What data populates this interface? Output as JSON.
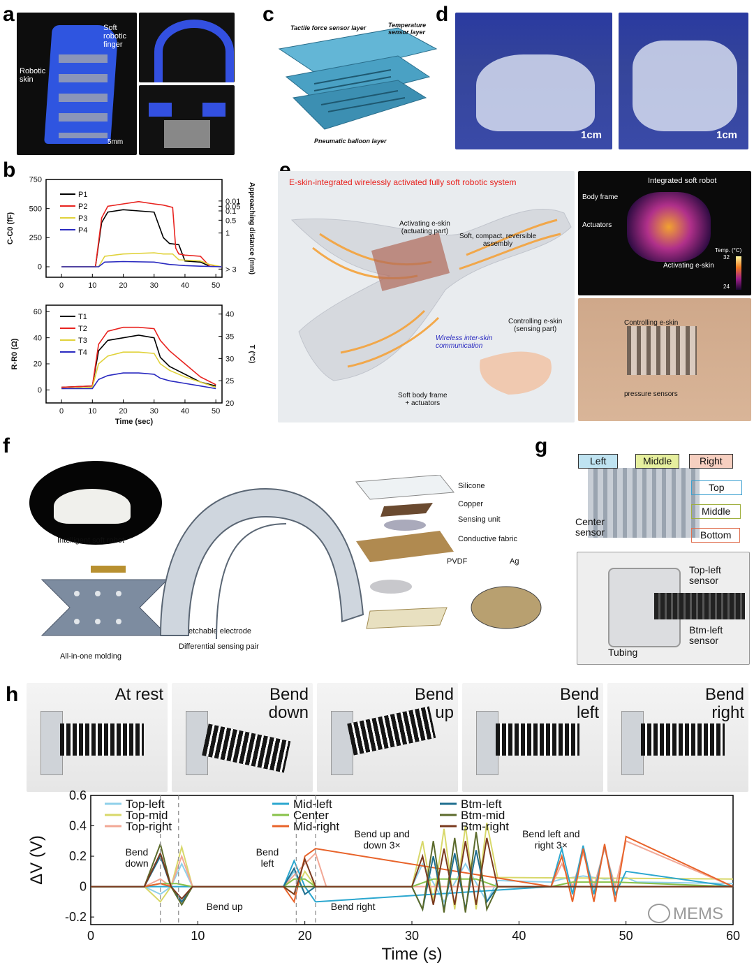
{
  "panels": {
    "a": {
      "label": "a",
      "finger": "Soft\nrobotic\nfinger",
      "skin": "Robotic\nskin",
      "scale": "5mm"
    },
    "b": {
      "label": "b"
    },
    "c": {
      "label": "c",
      "tactile": "Tactile force sensor layer",
      "temperature": "Temperature\nsensor layer",
      "balloon": "Pneumatic balloon layer"
    },
    "d": {
      "label": "d",
      "scale_left": "1cm",
      "scale_right": "1cm"
    },
    "e": {
      "label": "e",
      "title": "E-skin-integrated wirelessly activated fully soft robotic system",
      "activating": "Activating e-skin\n(actuating part)",
      "assembly": "Soft, compact, reversible\nassembly",
      "controlling": "Controlling e-skin\n(sensing part)",
      "wireless": "Wireless inter-skin\ncommunication",
      "body": "Soft body frame\n+ actuators",
      "integrated": "Integrated soft robot",
      "bodyframe": "Body frame",
      "actuators": "Actuators",
      "activating2": "Activating e-skin",
      "temp": "Temp. (°C)",
      "temp_hi": "32",
      "temp_lo": "24",
      "controlling2": "Controlling e-skin",
      "pressure": "pressure sensors"
    },
    "f": {
      "label": "f",
      "robot": "Intelligent soft robot",
      "molding": "All-in-one molding",
      "electrode": "Stretchable electrode",
      "pair": "Differential sensing pair",
      "silicone": "Silicone",
      "copper": "Copper",
      "sensing": "Sensing unit",
      "fabric": "Conductive fabric",
      "pvdf": "PVDF",
      "ag": "Ag"
    },
    "g": {
      "label": "g",
      "left": "Left",
      "middle": "Middle",
      "right": "Right",
      "top": "Top",
      "middle2": "Middle",
      "bottom": "Bottom",
      "center": "Center\nsensor",
      "topleft": "Top-left\nsensor",
      "btmleft": "Btm-left\nsensor",
      "tubing": "Tubing"
    },
    "h": {
      "label": "h",
      "states": [
        "At rest",
        "Bend\ndown",
        "Bend\nup",
        "Bend\nleft",
        "Bend\nright"
      ],
      "ann_bend_down": "Bend\ndown",
      "ann_bend_up": "Bend up",
      "ann_bend_left": "Bend\nleft",
      "ann_bend_right": "Bend right",
      "ann_updown": "Bend up and\ndown 3×",
      "ann_leftright": "Bend left and\nright 3×"
    }
  },
  "watermark": "MEMS",
  "colors": {
    "black": "#000000",
    "red": "#e8231f",
    "yellow": "#e0d23a",
    "blue": "#2a2ac0",
    "panel_e_title": "#e8231f"
  },
  "chart_data": [
    {
      "type": "line",
      "id": "b-top",
      "xlabel": "",
      "ylabel": "C-C0 (fF)",
      "y2label": "Approaching distance (mm)",
      "xlim": [
        -5,
        52
      ],
      "ylim": [
        -90,
        750
      ],
      "xticks": [
        0,
        10,
        20,
        30,
        40,
        50
      ],
      "yticks": [
        0,
        250,
        500,
        750
      ],
      "y2ticks": [
        {
          "label": "0.01",
          "y": 565
        },
        {
          "label": "0.05",
          "y": 520
        },
        {
          "label": "0.1",
          "y": 480
        },
        {
          "label": "0.5",
          "y": 400
        },
        {
          "label": "1",
          "y": 290
        },
        {
          "label": "> 3",
          "y": -20
        }
      ],
      "series": [
        {
          "name": "P1",
          "color": "#000000",
          "x": [
            0,
            11,
            13,
            15,
            20,
            25,
            30,
            33,
            35,
            38,
            40,
            45,
            48,
            52
          ],
          "y": [
            0,
            0,
            380,
            470,
            490,
            480,
            470,
            250,
            200,
            190,
            50,
            40,
            5,
            0
          ]
        },
        {
          "name": "P2",
          "color": "#e8231f",
          "x": [
            0,
            11,
            13,
            15,
            20,
            25,
            30,
            33,
            36,
            37,
            38,
            40,
            45,
            48,
            52
          ],
          "y": [
            0,
            0,
            420,
            520,
            540,
            560,
            540,
            530,
            510,
            160,
            110,
            100,
            90,
            5,
            0
          ]
        },
        {
          "name": "P3",
          "color": "#e0d23a",
          "x": [
            0,
            12,
            14,
            20,
            30,
            33,
            36,
            38,
            45,
            48,
            52
          ],
          "y": [
            0,
            0,
            90,
            110,
            120,
            110,
            110,
            60,
            50,
            20,
            0
          ]
        },
        {
          "name": "P4",
          "color": "#2a2ac0",
          "x": [
            0,
            12,
            14,
            20,
            30,
            35,
            40,
            45,
            52
          ],
          "y": [
            0,
            0,
            40,
            45,
            40,
            20,
            10,
            5,
            0
          ]
        }
      ]
    },
    {
      "type": "line",
      "id": "b-bottom",
      "xlabel": "Time (sec)",
      "ylabel": "R-R0 (Ω)",
      "y2label": "T (°C)",
      "xlim": [
        -5,
        52
      ],
      "ylim": [
        -10,
        65
      ],
      "xticks": [
        0,
        10,
        20,
        30,
        40,
        50
      ],
      "yticks": [
        0,
        20,
        40,
        60
      ],
      "y2ticks": [
        20,
        25,
        30,
        35,
        40
      ],
      "y2lim": [
        20,
        42
      ],
      "series": [
        {
          "name": "T1",
          "color": "#000000",
          "x": [
            0,
            10,
            12,
            15,
            20,
            25,
            30,
            32,
            35,
            40,
            45,
            50
          ],
          "y": [
            2,
            3,
            30,
            38,
            40,
            42,
            40,
            25,
            18,
            12,
            6,
            3
          ]
        },
        {
          "name": "T2",
          "color": "#e8231f",
          "x": [
            0,
            10,
            12,
            15,
            20,
            25,
            30,
            32,
            35,
            40,
            45,
            50
          ],
          "y": [
            2,
            3,
            35,
            45,
            48,
            48,
            47,
            38,
            30,
            20,
            10,
            4
          ]
        },
        {
          "name": "T3",
          "color": "#e0d23a",
          "x": [
            0,
            10,
            12,
            15,
            20,
            25,
            30,
            32,
            35,
            40,
            45,
            50
          ],
          "y": [
            1,
            2,
            20,
            26,
            29,
            29,
            28,
            20,
            15,
            10,
            6,
            2
          ]
        },
        {
          "name": "T4",
          "color": "#2a2ac0",
          "x": [
            0,
            10,
            12,
            15,
            20,
            25,
            30,
            32,
            35,
            40,
            45,
            50
          ],
          "y": [
            1,
            1,
            8,
            11,
            13,
            13,
            12,
            9,
            7,
            5,
            3,
            1
          ]
        }
      ]
    },
    {
      "type": "line",
      "id": "h",
      "xlabel": "Time (s)",
      "ylabel": "ΔV (V)",
      "xlim": [
        0,
        60
      ],
      "ylim": [
        -0.25,
        0.6
      ],
      "xticks": [
        0,
        10,
        20,
        30,
        40,
        50,
        60
      ],
      "yticks": [
        -0.2,
        0,
        0.2,
        0.4,
        0.6
      ],
      "series": [
        {
          "name": "Top-left",
          "color": "#8fd0ea",
          "x": [
            0,
            5,
            6.5,
            7.5,
            8.5,
            9.5,
            18,
            19,
            20,
            21,
            30,
            31,
            33,
            35,
            37,
            38,
            43,
            44,
            46,
            48,
            50,
            51,
            60
          ],
          "y": [
            0,
            0,
            -0.05,
            0.0,
            0.15,
            0.0,
            0,
            0.1,
            -0.05,
            0.0,
            0,
            0.15,
            -0.1,
            0.15,
            -0.1,
            0.04,
            0.03,
            0.05,
            0.07,
            0.05,
            0.06,
            0.03,
            0.02
          ]
        },
        {
          "name": "Top-mid",
          "color": "#d8d86a",
          "x": [
            0,
            5,
            6.5,
            7.5,
            8.5,
            9.5,
            18,
            19,
            20,
            21,
            30,
            31,
            32,
            33,
            34,
            35,
            36,
            37,
            38,
            60
          ],
          "y": [
            0,
            0,
            -0.1,
            0.0,
            0.26,
            0.0,
            0,
            -0.05,
            0.1,
            0.0,
            0,
            0.3,
            -0.1,
            0.38,
            -0.15,
            0.4,
            -0.15,
            0.42,
            0.06,
            0.05
          ]
        },
        {
          "name": "Top-right",
          "color": "#f2a896",
          "x": [
            0,
            5,
            6.5,
            7.5,
            8.5,
            9.5,
            18,
            20,
            21,
            22,
            43,
            44,
            45,
            46,
            47,
            48,
            49,
            50,
            60
          ],
          "y": [
            0,
            0,
            0.05,
            0.0,
            0.2,
            0.0,
            0,
            0.15,
            0.22,
            0.0,
            0,
            0.15,
            0.0,
            0.22,
            0.0,
            0.25,
            0.0,
            0.3,
            0.0
          ]
        },
        {
          "name": "Mid-left",
          "color": "#2ba7cf",
          "x": [
            0,
            18,
            19,
            20,
            21,
            43,
            44,
            45,
            46,
            47,
            48,
            49,
            50,
            60
          ],
          "y": [
            0,
            0,
            0.17,
            0.0,
            -0.1,
            0,
            0.25,
            -0.05,
            0.27,
            -0.05,
            0.27,
            -0.05,
            0.1,
            0.0
          ]
        },
        {
          "name": "Center",
          "color": "#88c24a",
          "x": [
            0,
            5,
            6.5,
            8,
            9.5,
            18,
            19,
            20,
            21,
            30,
            32,
            34,
            36,
            38,
            43,
            45,
            47,
            49,
            60
          ],
          "y": [
            0,
            0,
            0.02,
            0.02,
            0,
            0,
            0.05,
            0.05,
            0,
            0,
            0.05,
            0.05,
            0.05,
            0,
            0,
            0.03,
            0.03,
            0.03,
            0
          ]
        },
        {
          "name": "Mid-right",
          "color": "#e8632a",
          "x": [
            0,
            5,
            6.5,
            7.5,
            8.5,
            9.5,
            18,
            19,
            20,
            21,
            43,
            44,
            45,
            46,
            47,
            48,
            49,
            50,
            60
          ],
          "y": [
            0,
            0,
            0.02,
            0.0,
            -0.1,
            0.0,
            0,
            -0.1,
            0.2,
            0.25,
            0,
            0.2,
            -0.1,
            0.25,
            -0.1,
            0.28,
            -0.1,
            0.33,
            0
          ]
        },
        {
          "name": "Btm-left",
          "color": "#1f6f8f",
          "x": [
            0,
            5,
            6.5,
            7.5,
            8.5,
            9.5,
            18,
            19,
            20,
            21,
            30,
            31,
            32,
            33,
            34,
            35,
            36,
            37,
            38,
            60
          ],
          "y": [
            0,
            0,
            0.2,
            0.0,
            -0.1,
            0.0,
            0,
            0.12,
            -0.05,
            0.0,
            0,
            -0.15,
            0.2,
            -0.15,
            0.22,
            -0.15,
            0.24,
            -0.1,
            0.0,
            0
          ]
        },
        {
          "name": "Btm-mid",
          "color": "#5c6b2c",
          "x": [
            0,
            5,
            6.5,
            7.5,
            8.5,
            9.5,
            30,
            31,
            32,
            33,
            34,
            35,
            36,
            37,
            38,
            60
          ],
          "y": [
            0,
            0,
            0.28,
            0.0,
            -0.12,
            0.0,
            0,
            -0.15,
            0.3,
            -0.17,
            0.32,
            -0.17,
            0.36,
            -0.15,
            0.0,
            0
          ]
        },
        {
          "name": "Btm-right",
          "color": "#7a3a1e",
          "x": [
            0,
            5,
            6.5,
            7.5,
            8.5,
            9.5,
            18,
            19,
            20,
            21,
            30,
            31,
            32,
            33,
            34,
            35,
            36,
            37,
            38,
            60
          ],
          "y": [
            0,
            0,
            0.22,
            0.0,
            -0.08,
            0.0,
            0,
            -0.05,
            0.18,
            0.0,
            0,
            0.2,
            -0.12,
            0.25,
            -0.12,
            0.3,
            -0.12,
            0.32,
            0.0,
            0
          ]
        }
      ]
    }
  ]
}
